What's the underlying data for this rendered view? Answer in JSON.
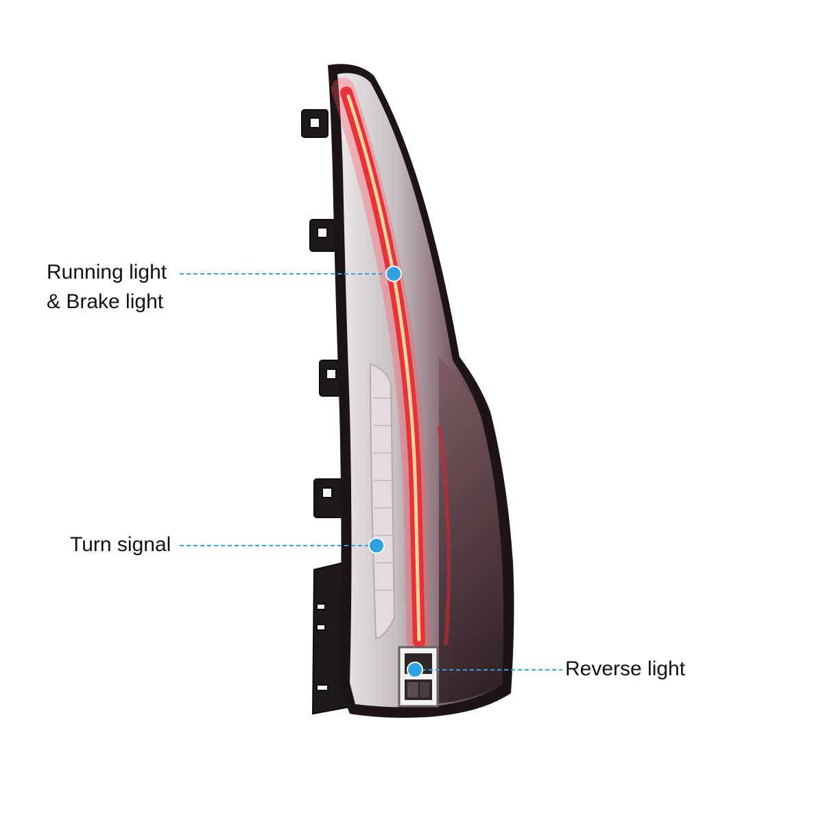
{
  "callouts": {
    "running": {
      "line1": "Running light",
      "line2": "& Brake light"
    },
    "turn": {
      "label": "Turn signal"
    },
    "reverse": {
      "label": "Reverse light"
    }
  },
  "colors": {
    "background": "#ffffff",
    "callout_dot": "#2fa3df",
    "callout_line": "#2fa3df",
    "housing": "#1c1416",
    "light_strip": "#e8323a",
    "lens": "#c9c3c6"
  }
}
